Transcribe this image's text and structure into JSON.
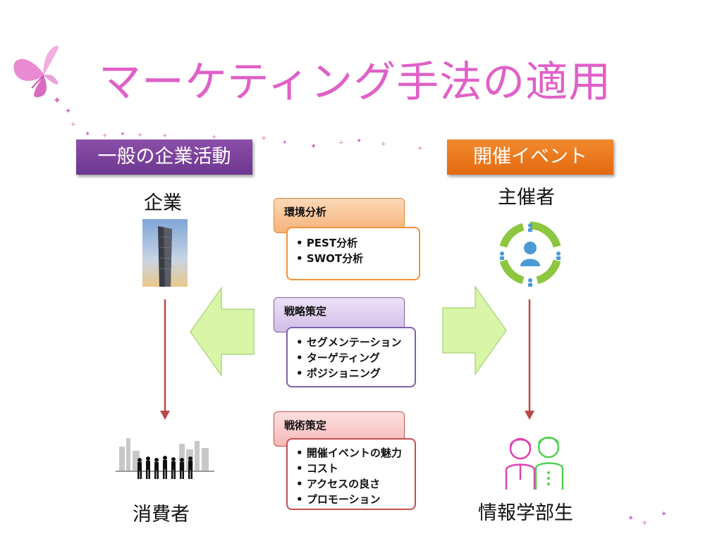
{
  "title": "マーケティング手法の適用",
  "left": {
    "tag": "一般の企業活動",
    "top_label": "企業",
    "bottom_label": "消費者"
  },
  "right": {
    "tag": "開催イベント",
    "top_label": "主催者",
    "bottom_label": "情報学部生"
  },
  "steps": [
    {
      "header": "環境分析",
      "items": [
        "PEST分析",
        "SWOT分析"
      ]
    },
    {
      "header": "戦略策定",
      "items": [
        "セグメンテーション",
        "ターゲティング",
        "ポジショニング"
      ]
    },
    {
      "header": "戦術策定",
      "items": [
        "開催イベントの魅力",
        "コスト",
        "アクセスの良さ",
        "プロモーション"
      ]
    }
  ],
  "colors": {
    "title": "#e060c8",
    "left_tag": "#7a419a",
    "right_tag": "#ea7a1e",
    "step1": "#f2923a",
    "step2": "#8060a8",
    "step3": "#c0504d",
    "arrow_fill": "#d8f5a8",
    "down_arrow": "#b84a4a"
  },
  "icons": [
    "butterfly-icon",
    "building-photo",
    "cycle-person-icon",
    "crowd-silhouette",
    "students-icon",
    "block-arrow-left-icon",
    "block-arrow-right-icon"
  ]
}
